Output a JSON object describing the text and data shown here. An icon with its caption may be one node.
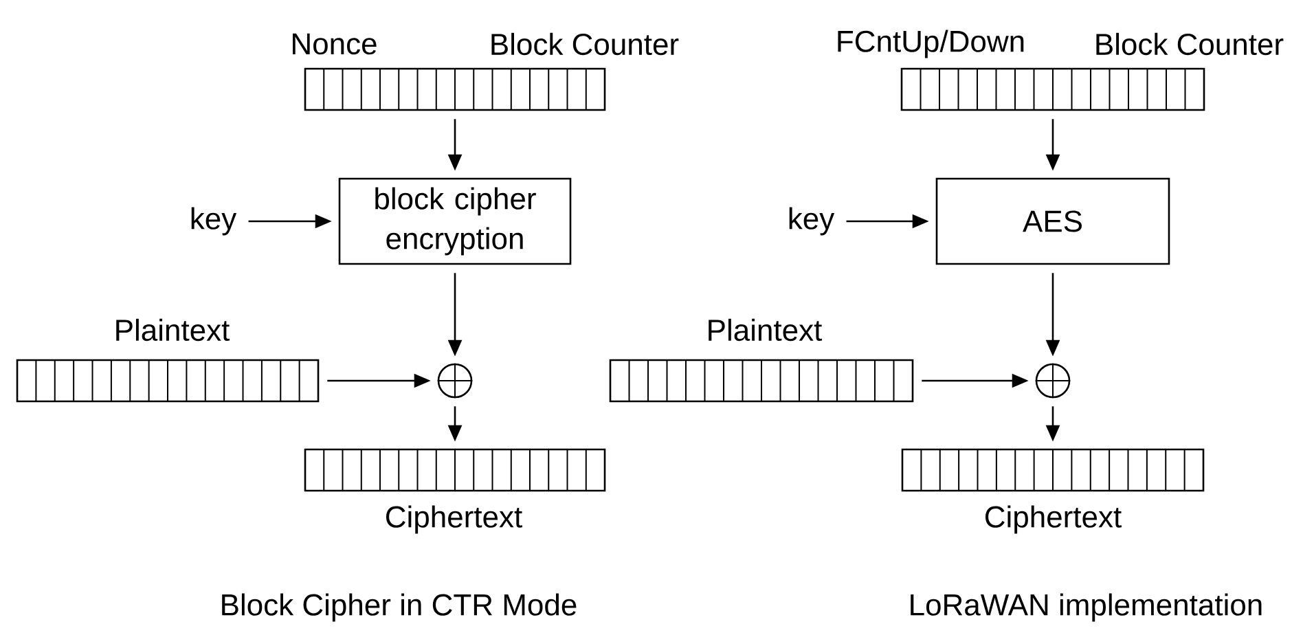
{
  "diagram": {
    "nodes": [
      {
        "text": [
          "Nonce",
          "Block Counter"
        ]
      },
      {
        "text": [
          "key"
        ]
      },
      {
        "text": [
          "block cipher encryption"
        ]
      },
      {
        "text": [
          "Plaintext"
        ]
      },
      {
        "text": [],
        "shape": "circle"
      },
      {
        "text": [
          "Ciphertext"
        ]
      },
      {
        "text": [
          "FCntUp/Down",
          "Block Counter"
        ]
      },
      {
        "text": [
          "key"
        ]
      },
      {
        "text": [
          "AES"
        ]
      },
      {
        "text": [
          "Plaintext"
        ]
      },
      {
        "text": [],
        "shape": "circle"
      },
      {
        "text": [
          "Ciphertext"
        ]
      }
    ],
    "edges": [
      {
        "from": 0,
        "to": 2,
        "arrow": "to"
      },
      {
        "from": 1,
        "to": 2,
        "arrow": "to"
      },
      {
        "from": 2,
        "to": 4,
        "arrow": "to"
      },
      {
        "from": 3,
        "to": 4,
        "arrow": "to"
      },
      {
        "from": 4,
        "to": 5,
        "arrow": "to"
      },
      {
        "from": 6,
        "to": 8,
        "arrow": "to"
      },
      {
        "from": 7,
        "to": 8,
        "arrow": "to"
      },
      {
        "from": 8,
        "to": 10,
        "arrow": "to"
      },
      {
        "from": 9,
        "to": 10,
        "arrow": "to"
      },
      {
        "from": 10,
        "to": 11,
        "arrow": "to"
      }
    ],
    "labels": [
      "Block Cipher in CTR Mode",
      "LoRaWAN implementation"
    ]
  }
}
